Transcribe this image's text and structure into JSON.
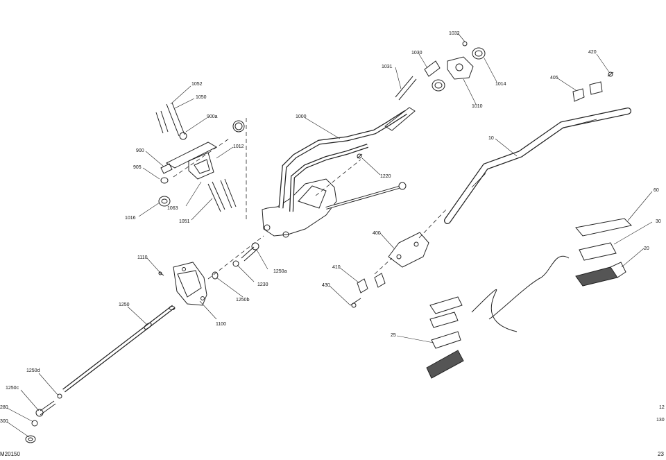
{
  "diagram": {
    "footer_code": "M20150",
    "footer_right": "23",
    "parts": {
      "p1052": "1052",
      "p1050": "1050",
      "p900a": "900a",
      "p900": "900",
      "p905": "905",
      "p1012": "1012",
      "p1063": "1063",
      "p1016": "1016",
      "p1051": "1051",
      "p1000": "1000",
      "p1220": "1220",
      "p1031": "1031",
      "p1030": "1030",
      "p1032": "1032",
      "p1014": "1014",
      "p1010": "1010",
      "p420": "420",
      "p405": "405",
      "p10": "10",
      "p400": "400",
      "p410": "410",
      "p430": "430",
      "p60": "60",
      "p30": "30",
      "p20": "20",
      "p25": "25",
      "p1110": "1110",
      "p1100": "1100",
      "p1250a": "1250a",
      "p1230": "1230",
      "p1250b": "1250b",
      "p1250": "1250",
      "p1250d": "1250d",
      "p1250c": "1250c",
      "p280": "280",
      "p300": "300",
      "p12": "12",
      "p130": "130"
    }
  }
}
